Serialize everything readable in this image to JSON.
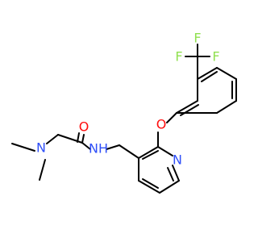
{
  "molecule": {
    "atoms": {
      "n_amine": "N",
      "o_carbonyl": "O",
      "n_amide": "NH",
      "o_ether": "O",
      "n_pyridine": "N",
      "f_top": "F",
      "f_left": "F",
      "f_right": "F"
    }
  },
  "colors": {
    "bond": "#000000",
    "nitrogen": "#3050F8",
    "oxygen": "#FF0D0D",
    "fluorine": "#90E050",
    "background": "#FFFFFF"
  }
}
